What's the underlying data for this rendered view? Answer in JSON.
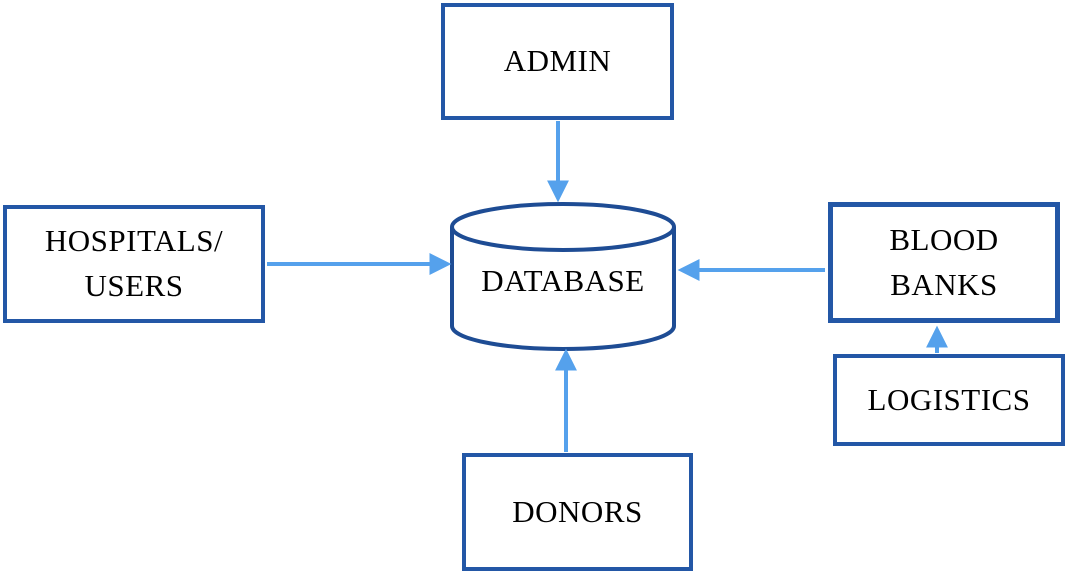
{
  "diagram": {
    "type": "system-architecture-flow",
    "nodes": {
      "admin": {
        "label": "ADMIN",
        "shape": "rectangle"
      },
      "hospitals_users": {
        "label": "HOSPITALS/\nUSERS",
        "shape": "rectangle"
      },
      "database": {
        "label": "DATABASE",
        "shape": "cylinder"
      },
      "blood_banks": {
        "label": "BLOOD\nBANKS",
        "shape": "rectangle"
      },
      "logistics": {
        "label": "LOGISTICS",
        "shape": "rectangle"
      },
      "donors": {
        "label": "DONORS",
        "shape": "rectangle"
      }
    },
    "edges": [
      {
        "from": "ADMIN",
        "to": "DATABASE",
        "direction": "down"
      },
      {
        "from": "HOSPITALS/USERS",
        "to": "DATABASE",
        "direction": "right"
      },
      {
        "from": "BLOOD BANKS",
        "to": "DATABASE",
        "direction": "left"
      },
      {
        "from": "LOGISTICS",
        "to": "BLOOD BANKS",
        "direction": "up"
      },
      {
        "from": "DONORS",
        "to": "DATABASE",
        "direction": "up"
      }
    ],
    "colors": {
      "box_border": "#2357a6",
      "cylinder_border": "#1e4c94",
      "arrow": "#55a1ec",
      "text": "#000000",
      "background": "#ffffff"
    }
  }
}
